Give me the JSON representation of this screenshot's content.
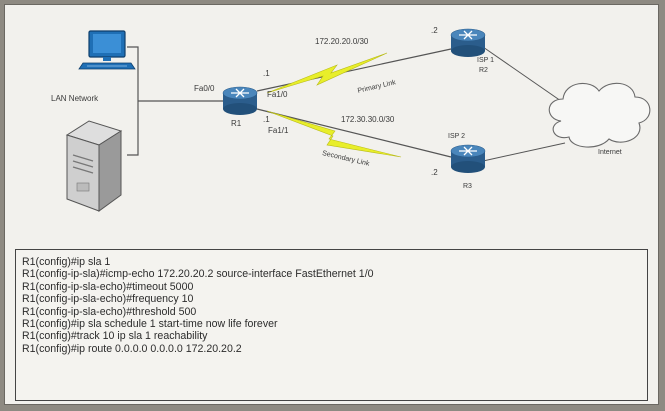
{
  "diagram": {
    "lan_label": "LAN Network",
    "internet_label": "Internet",
    "r1": {
      "name": "R1",
      "fa00": "Fa0/0",
      "fa10": "Fa1/0",
      "fa11": "Fa1/1",
      "ip_fa10": ".1",
      "ip_fa11": ".1"
    },
    "r2": {
      "name": "R2",
      "isp": "ISP 1",
      "ip": ".2"
    },
    "r3": {
      "name": "R3",
      "isp": "ISP 2",
      "ip": ".2"
    },
    "primary_subnet": "172.20.20.0/30",
    "primary_link": "Primary Link",
    "secondary_subnet": "172.30.30.0/30",
    "secondary_link": "Secondary Link"
  },
  "config": {
    "lines": [
      "R1(config)#ip sla 1",
      "R1(config-ip-sla)#icmp-echo 172.20.20.2 source-interface FastEthernet 1/0",
      "R1(config-ip-sla-echo)#timeout 5000",
      "R1(config-ip-sla-echo)#frequency 10",
      "R1(config-ip-sla-echo)#threshold 500",
      "R1(config)#ip sla schedule 1 start-time now life forever",
      "R1(config)#track 10 ip sla 1 reachability",
      "R1(config)#ip route 0.0.0.0 0.0.0.0 172.20.20.2"
    ]
  }
}
